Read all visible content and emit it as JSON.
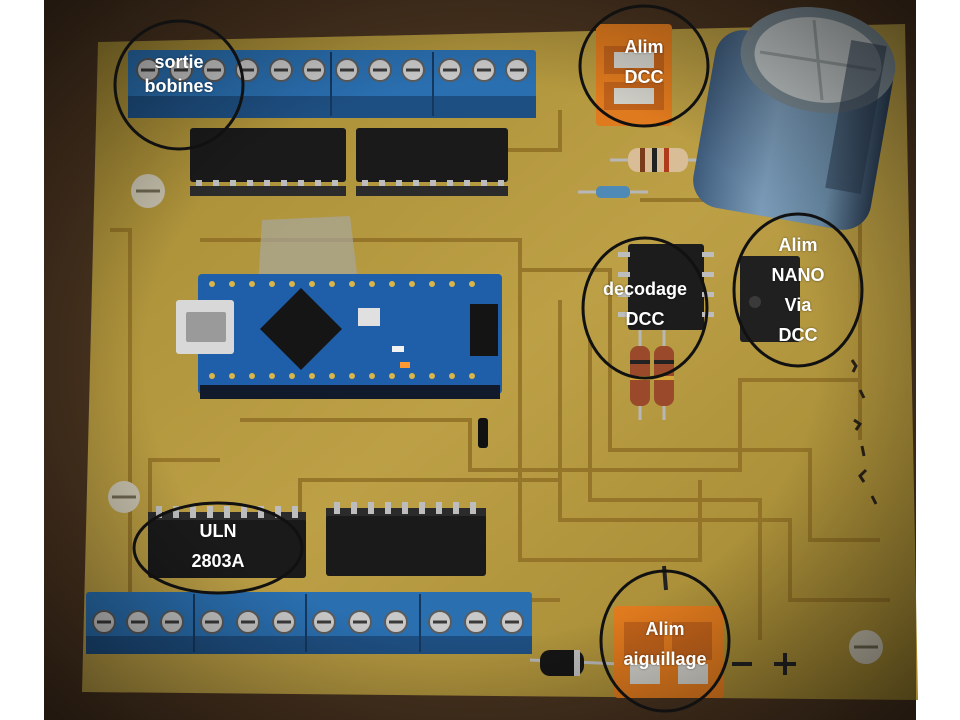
{
  "annotations": {
    "sortie_bobines": [
      "sortie",
      "bobines"
    ],
    "alim_dcc": [
      "Alim",
      "DCC"
    ],
    "alim_nano": [
      "Alim",
      "NANO",
      "Via",
      "DCC"
    ],
    "decodage_dcc": [
      "decodage",
      "DCC"
    ],
    "uln": [
      "ULN",
      "2803A"
    ],
    "alim_aiguillage": [
      "Alim",
      "aiguillage"
    ]
  },
  "colors": {
    "board": "#b89a3a",
    "terminal_blue": "#2a6fb0",
    "terminal_orange": "#e07a1e",
    "ic_black": "#1a1a1a",
    "annotation_ring": "#111111",
    "annotation_text": "#ffffff"
  }
}
